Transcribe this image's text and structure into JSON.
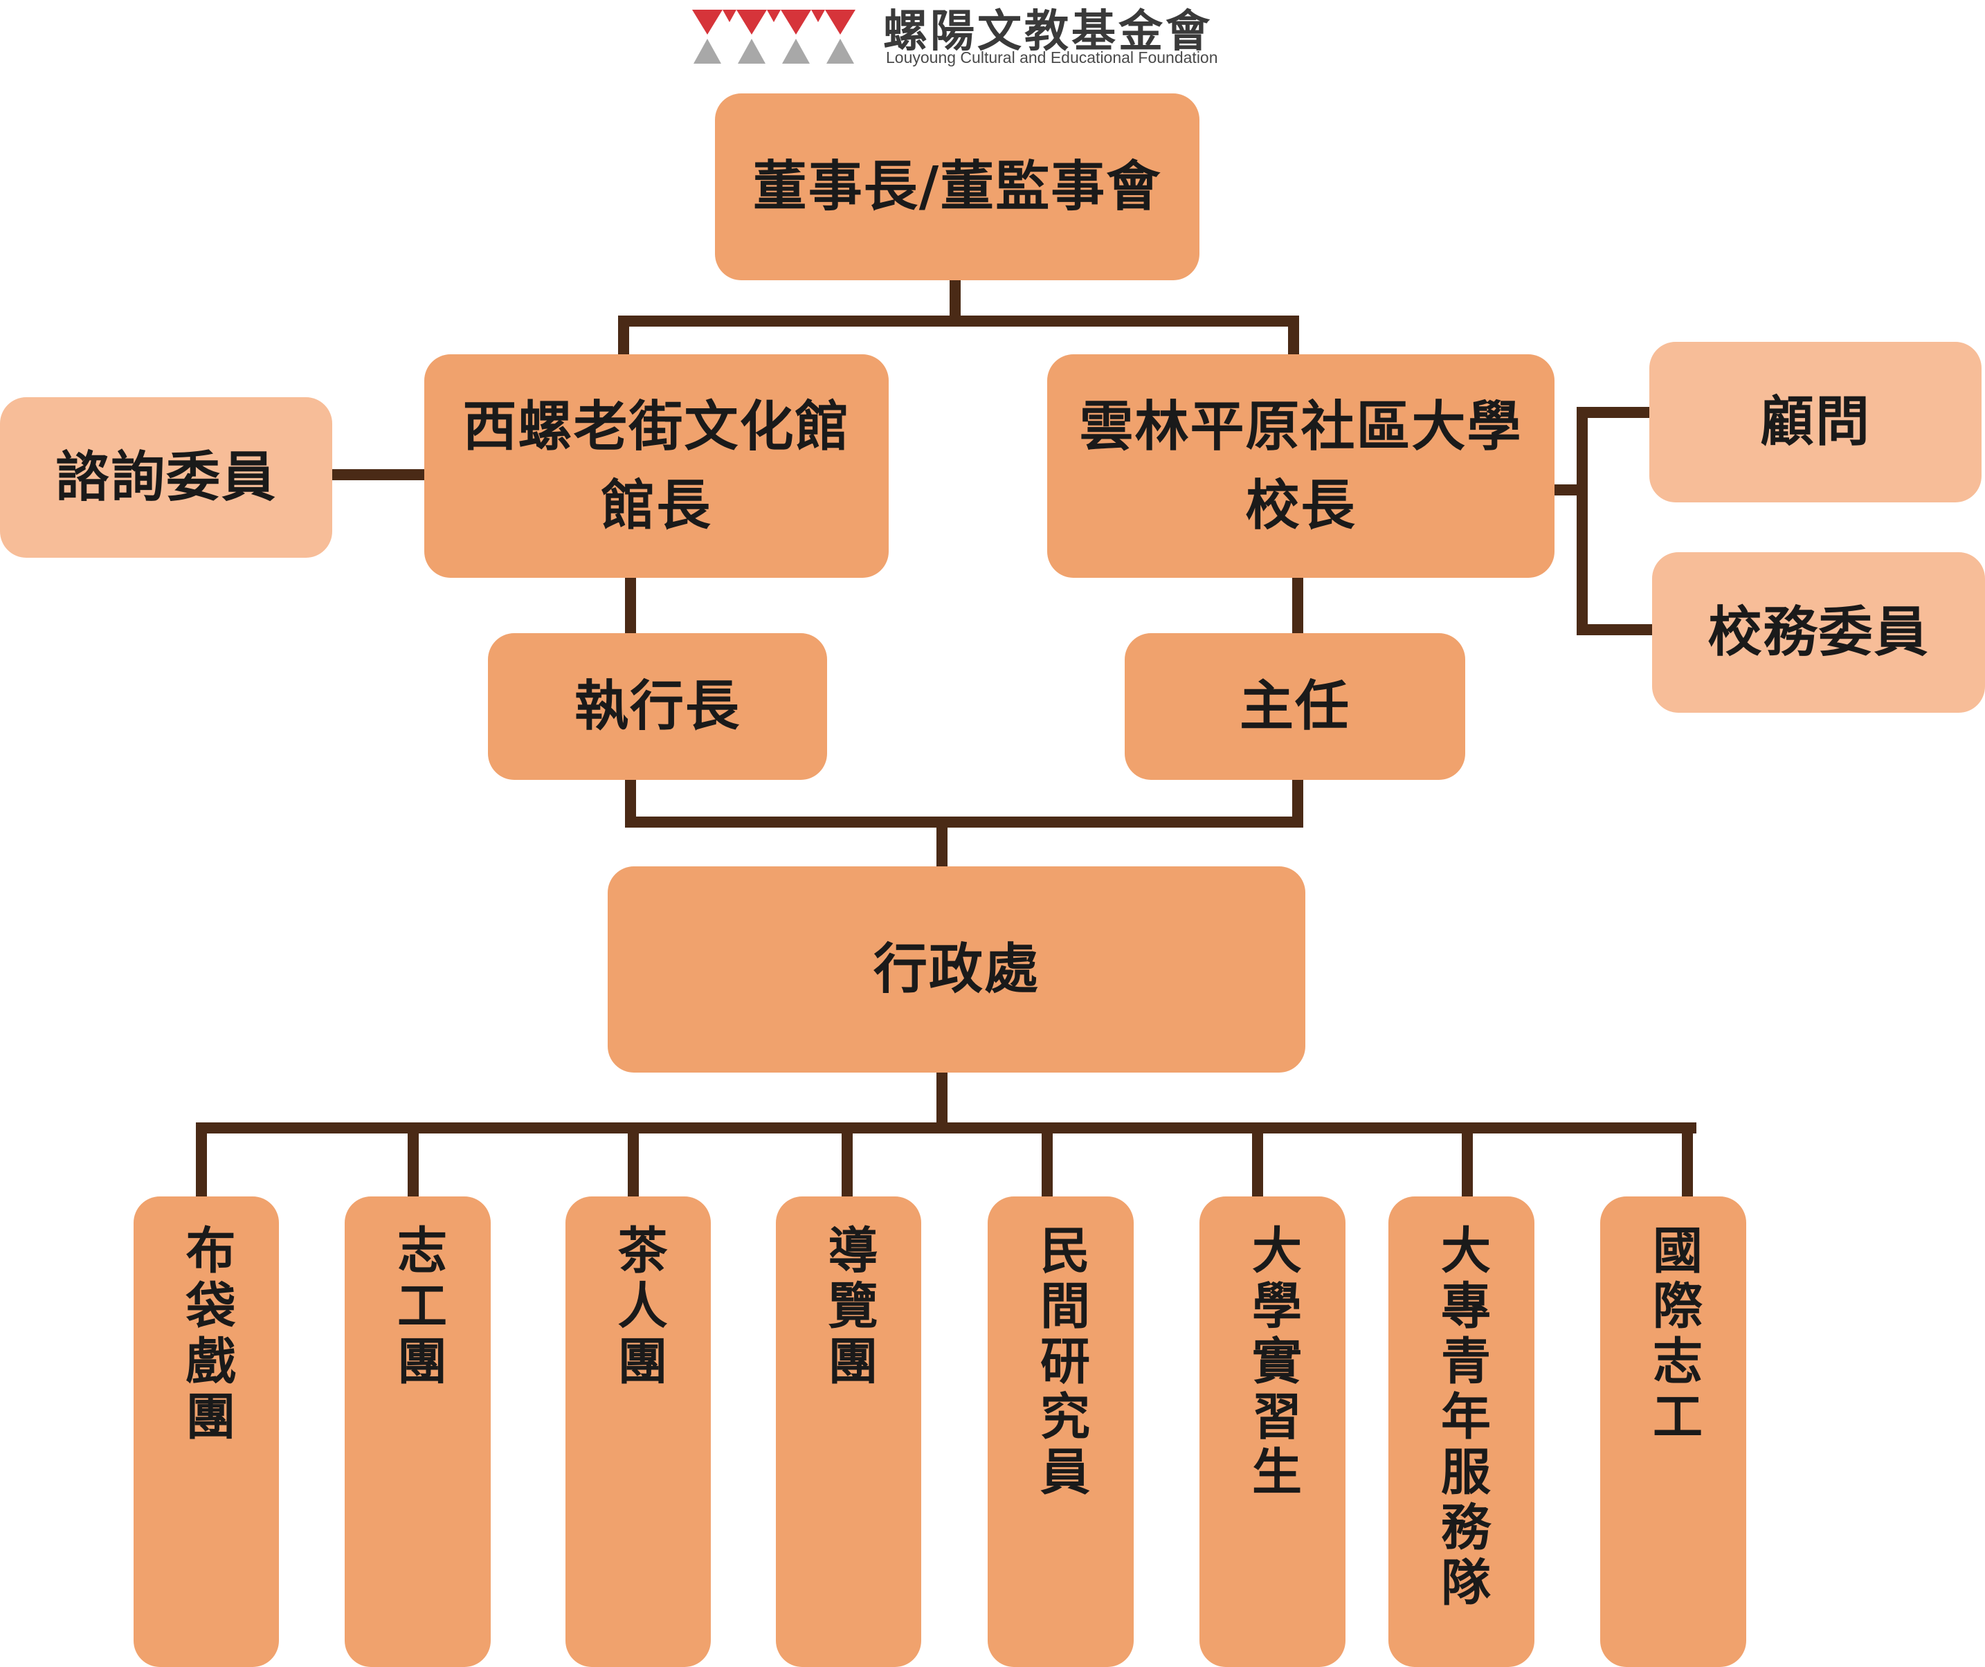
{
  "header": {
    "org_name": "螺陽文教基金會",
    "org_name_en": "Louyoung Cultural and Educational Foundation",
    "logo_colors": {
      "red": "#d6343a",
      "gray": "#a8a8a8"
    }
  },
  "colors": {
    "node": "#f0a26d",
    "advisory_node": "#f7bd98",
    "connector": "#4a2a16"
  },
  "nodes": {
    "board": "董事長/董監事會",
    "museum_line1": "西螺老街文化館",
    "museum_line2": "館長",
    "university_line1": "雲林平原社區大學",
    "university_line2": "校長",
    "advisory_committee": "諮詢委員",
    "consultant": "顧問",
    "school_committee": "校務委員",
    "ceo": "執行長",
    "director": "主任",
    "admin_office": "行政處"
  },
  "units": [
    "布袋戲團",
    "志工團",
    "茶人團",
    "導覽團",
    "民間研究員",
    "大學實習生",
    "大專青年服務隊",
    "國際志工"
  ]
}
